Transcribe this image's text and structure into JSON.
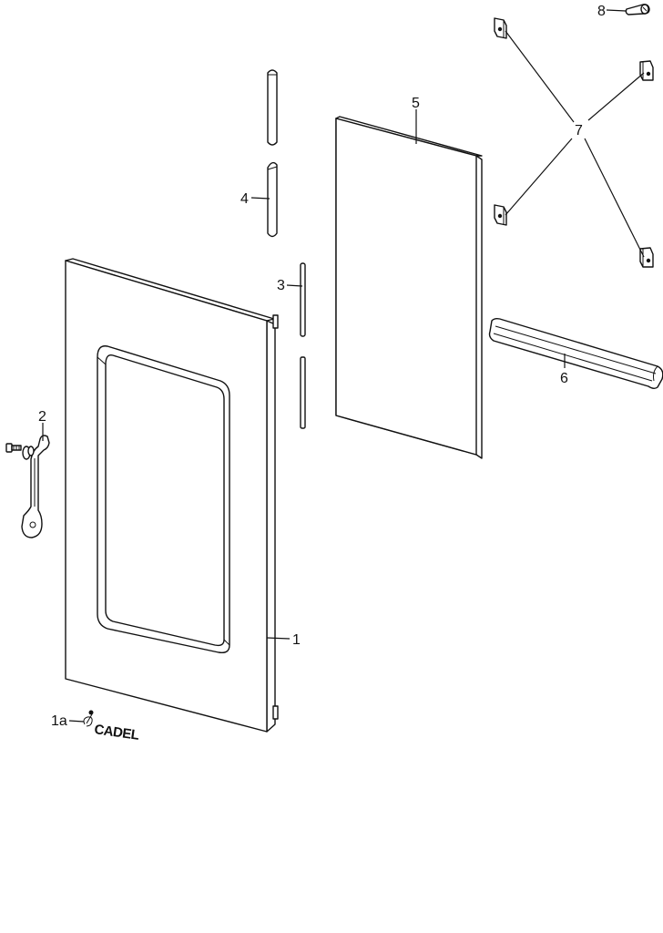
{
  "diagram": {
    "labels": {
      "door": "1",
      "logo": "1a",
      "hinge_bracket": "2",
      "thin_rod": "3",
      "thick_rod": "4",
      "glass_panel": "5",
      "profile_rail": "6",
      "clips": "7",
      "screw": "8"
    },
    "logo_text": "CADEL"
  }
}
